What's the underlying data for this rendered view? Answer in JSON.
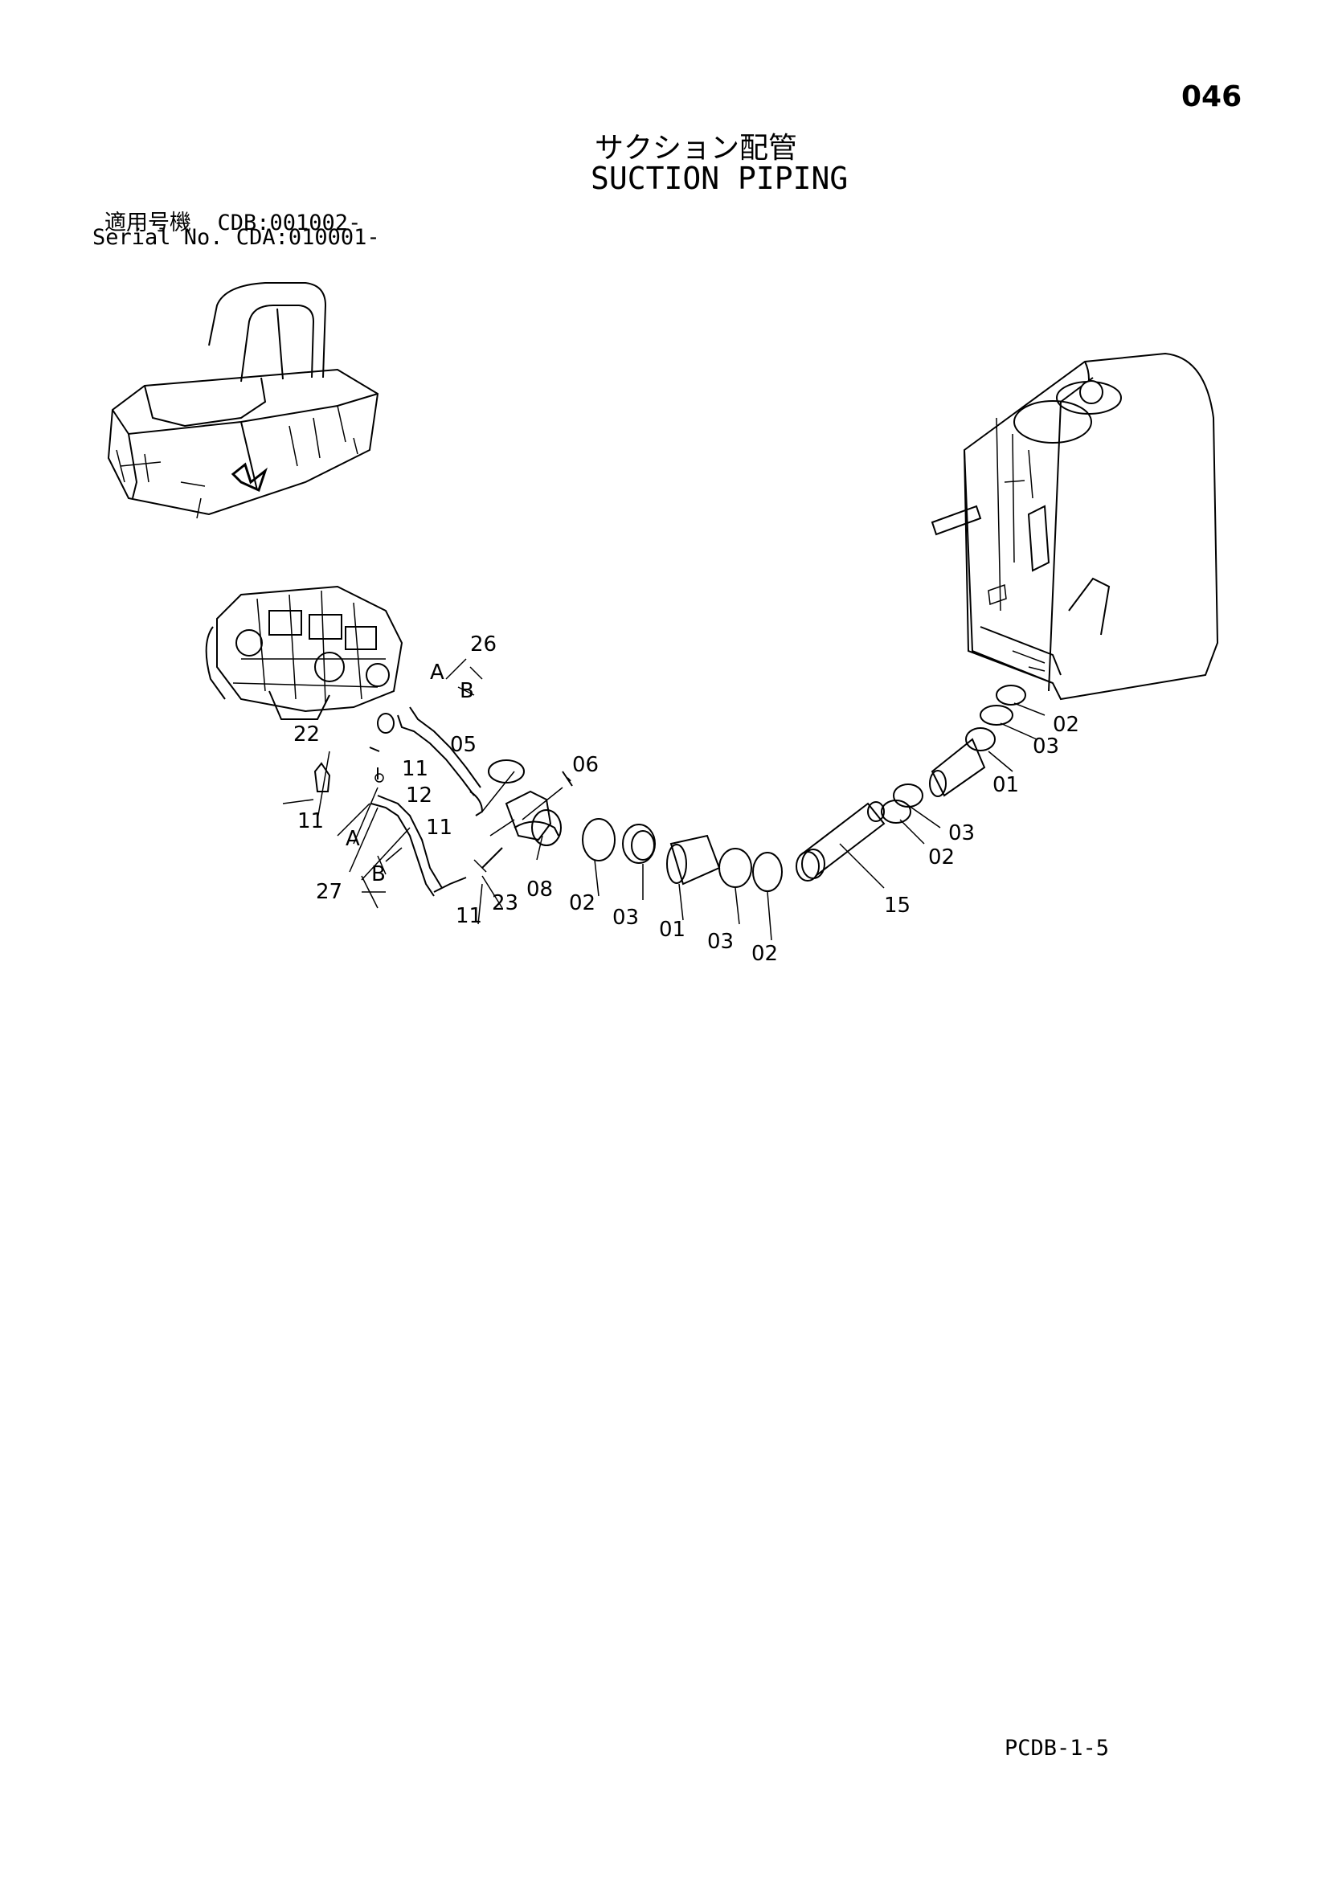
{
  "page_number": "046",
  "title_ja": "サクション配管",
  "title_en": "SUCTION PIPING",
  "serial_ja": "適用号機  CDB:001002-",
  "serial_en": "Serial No. CDA:010001-",
  "footer_code": "PCDB-1-5",
  "callouts": [
    {
      "id": "c26",
      "text": "26"
    },
    {
      "id": "cA1",
      "text": "A"
    },
    {
      "id": "cB1",
      "text": "B"
    },
    {
      "id": "c22",
      "text": "22"
    },
    {
      "id": "c05",
      "text": "05"
    },
    {
      "id": "c06",
      "text": "06"
    },
    {
      "id": "c11a",
      "text": "11"
    },
    {
      "id": "c12",
      "text": "12"
    },
    {
      "id": "c11b",
      "text": "11"
    },
    {
      "id": "c11c",
      "text": "11"
    },
    {
      "id": "cA2",
      "text": "A"
    },
    {
      "id": "cB2",
      "text": "B"
    },
    {
      "id": "c27",
      "text": "27"
    },
    {
      "id": "c11d",
      "text": "11"
    },
    {
      "id": "c23",
      "text": "23"
    },
    {
      "id": "c08",
      "text": "08"
    },
    {
      "id": "c02a",
      "text": "02"
    },
    {
      "id": "c03a",
      "text": "03"
    },
    {
      "id": "c01a",
      "text": "01"
    },
    {
      "id": "c03b",
      "text": "03"
    },
    {
      "id": "c02b",
      "text": "02"
    },
    {
      "id": "c15",
      "text": "15"
    },
    {
      "id": "c02c",
      "text": "02"
    },
    {
      "id": "c03c",
      "text": "03"
    },
    {
      "id": "c01b",
      "text": "01"
    },
    {
      "id": "c03d",
      "text": "03"
    },
    {
      "id": "c02d",
      "text": "02"
    }
  ]
}
